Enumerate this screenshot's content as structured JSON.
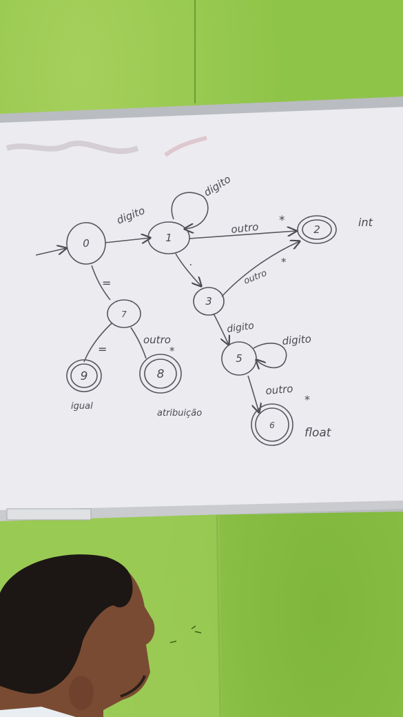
{
  "whiteboard": {
    "states": [
      {
        "id": "q0",
        "label": "0",
        "accepting": false
      },
      {
        "id": "q1",
        "label": "1",
        "accepting": false
      },
      {
        "id": "q2",
        "label": "2",
        "accepting": true
      },
      {
        "id": "q3",
        "label": "3",
        "accepting": false
      },
      {
        "id": "q5",
        "label": "5",
        "accepting": false
      },
      {
        "id": "q6",
        "label": "6",
        "accepting": true
      },
      {
        "id": "q7",
        "label": "7",
        "accepting": false
      },
      {
        "id": "q8",
        "label": "8",
        "accepting": true
      },
      {
        "id": "q9",
        "label": "9",
        "accepting": true
      }
    ],
    "transition_labels": {
      "q0_q1": "digito",
      "q1_loop": "digito",
      "q1_q2": "outro",
      "q1_q2_star": "*",
      "q1_q3": ".",
      "q3_q2": "outro",
      "q3_q2_star": "*",
      "q3_q5": "digito",
      "q5_loop": "digito",
      "q5_q6": "outro",
      "q5_q6_star": "*",
      "q0_q7": "=",
      "q7_q9": "=",
      "q7_q8": "outro",
      "q7_q8_star": "*"
    },
    "token_labels": {
      "q2": "int",
      "q6": "float",
      "q9": "igual",
      "q8": "atribuição"
    }
  }
}
